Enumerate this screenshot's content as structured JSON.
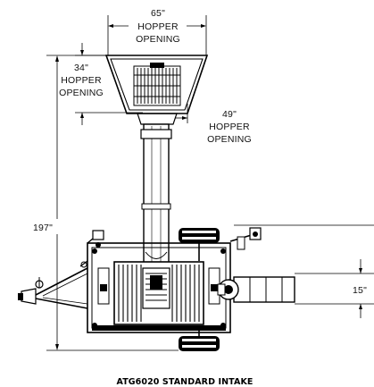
{
  "dimensions": {
    "hopper_width": {
      "value": "65\"",
      "line1": "HOPPER",
      "line2": "OPENING"
    },
    "hopper_depth": {
      "value": "34\"",
      "line1": "HOPPER",
      "line2": "OPENING"
    },
    "hopper_lower": {
      "value": "49\"",
      "line1": "HOPPER",
      "line2": "OPENING"
    },
    "overall_height": {
      "value": "197\""
    },
    "intake_side": {
      "value": "15\""
    }
  },
  "caption": "ATG6020 STANDARD INTAKE",
  "colors": {
    "line": "#000000",
    "text": "#111111",
    "background": "#ffffff"
  }
}
